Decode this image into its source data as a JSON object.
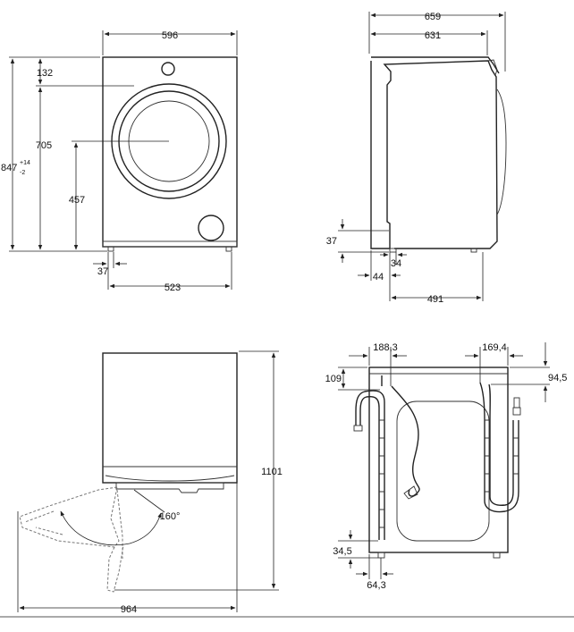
{
  "front_view": {
    "width": "596",
    "top_height": "132",
    "door_height": "705",
    "total_height_value": "847",
    "total_height_tol_plus": "+14",
    "total_height_tol_minus": "-2",
    "door_center_height": "457",
    "foot_inset": "37",
    "foot_span": "523"
  },
  "side_view": {
    "depth_total": "659",
    "depth_body": "631",
    "foot_height": "37",
    "foot_inset_a": "34",
    "foot_inset_b": "44",
    "foot_span": "491"
  },
  "door_view": {
    "opening_angle": "160°",
    "height_open": "1101",
    "width_open": "964"
  },
  "back_view": {
    "inlet_offset": "188,3",
    "outlet_offset": "169,4",
    "top_offset_left": "109",
    "top_offset_right": "94,5",
    "bottom_offset": "34,5",
    "foot_offset": "64,3"
  }
}
